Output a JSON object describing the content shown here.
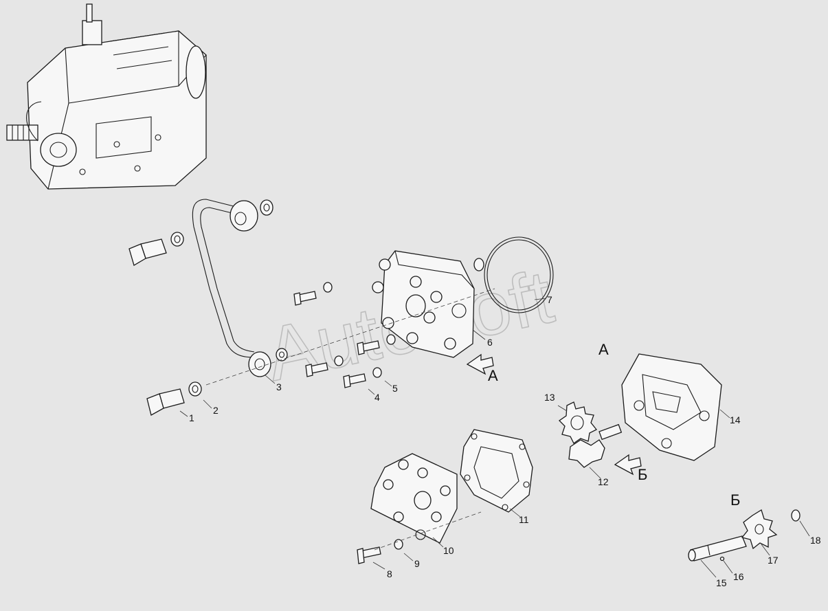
{
  "watermark": "AutoSoft",
  "parts": [
    "1",
    "2",
    "3",
    "4",
    "5",
    "6",
    "7",
    "8",
    "9",
    "10",
    "11",
    "12",
    "13",
    "14",
    "15",
    "16",
    "17",
    "18"
  ],
  "views": {
    "a_arrow": "А",
    "a_title": "А",
    "b_arrow": "Б",
    "b_title": "Б"
  }
}
